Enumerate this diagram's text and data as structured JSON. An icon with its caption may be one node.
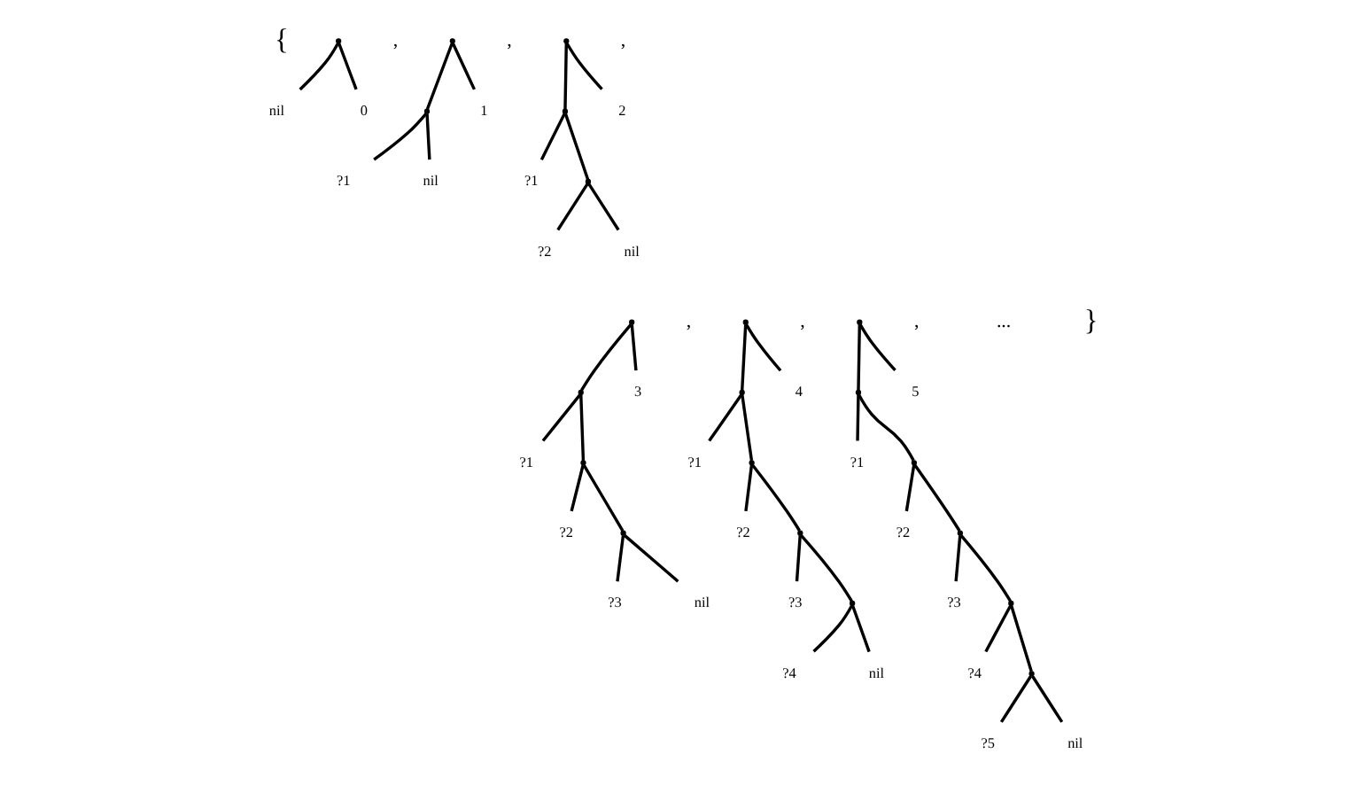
{
  "diagram": {
    "nodes": [
      {
        "text": [],
        "shape": "point"
      },
      {
        "text": [
          "nil"
        ]
      },
      {
        "text": [
          "0"
        ]
      },
      {
        "text": [],
        "shape": "point"
      },
      {
        "text": [],
        "shape": "point"
      },
      {
        "text": [
          "?1"
        ]
      },
      {
        "text": [
          "nil"
        ]
      },
      {
        "text": [
          "1"
        ]
      },
      {
        "text": [],
        "shape": "point"
      },
      {
        "text": [],
        "shape": "point"
      },
      {
        "text": [
          "?1"
        ]
      },
      {
        "text": [],
        "shape": "point"
      },
      {
        "text": [
          "?2"
        ]
      },
      {
        "text": [
          "nil"
        ]
      },
      {
        "text": [
          "2"
        ]
      },
      {
        "text": [],
        "shape": "point"
      },
      {
        "text": [],
        "shape": "point"
      },
      {
        "text": [
          "?1"
        ]
      },
      {
        "text": [],
        "shape": "point"
      },
      {
        "text": [
          "?2"
        ]
      },
      {
        "text": [],
        "shape": "point"
      },
      {
        "text": [
          "?3"
        ]
      },
      {
        "text": [
          "nil"
        ]
      },
      {
        "text": [
          "3"
        ]
      },
      {
        "text": [],
        "shape": "point"
      },
      {
        "text": [],
        "shape": "point"
      },
      {
        "text": [
          "?1"
        ]
      },
      {
        "text": [],
        "shape": "point"
      },
      {
        "text": [
          "?2"
        ]
      },
      {
        "text": [],
        "shape": "point"
      },
      {
        "text": [
          "?3"
        ]
      },
      {
        "text": [],
        "shape": "point"
      },
      {
        "text": [
          "?4"
        ]
      },
      {
        "text": [
          "nil"
        ]
      },
      {
        "text": [
          "4"
        ]
      },
      {
        "text": [],
        "shape": "point"
      },
      {
        "text": [],
        "shape": "point"
      },
      {
        "text": [
          "?1"
        ]
      },
      {
        "text": [],
        "shape": "point"
      },
      {
        "text": [
          "?2"
        ]
      },
      {
        "text": [],
        "shape": "point"
      },
      {
        "text": [
          "?3"
        ]
      },
      {
        "text": [],
        "shape": "point"
      },
      {
        "text": [
          "?4"
        ]
      },
      {
        "text": [],
        "shape": "point"
      },
      {
        "text": [
          "?5"
        ]
      },
      {
        "text": [
          "nil"
        ]
      },
      {
        "text": [
          "5"
        ]
      }
    ],
    "edges": [
      {
        "from": 0,
        "to": 1,
        "arrow": "none"
      },
      {
        "from": 0,
        "to": 2,
        "arrow": "none"
      },
      {
        "from": 3,
        "to": 4,
        "arrow": "none"
      },
      {
        "from": 4,
        "to": 5,
        "arrow": "none"
      },
      {
        "from": 4,
        "to": 6,
        "arrow": "none"
      },
      {
        "from": 3,
        "to": 7,
        "arrow": "none"
      },
      {
        "from": 8,
        "to": 9,
        "arrow": "none"
      },
      {
        "from": 9,
        "to": 10,
        "arrow": "none"
      },
      {
        "from": 9,
        "to": 11,
        "arrow": "none"
      },
      {
        "from": 11,
        "to": 12,
        "arrow": "none"
      },
      {
        "from": 11,
        "to": 13,
        "arrow": "none"
      },
      {
        "from": 8,
        "to": 14,
        "arrow": "none"
      },
      {
        "from": 15,
        "to": 16,
        "arrow": "none"
      },
      {
        "from": 16,
        "to": 17,
        "arrow": "none"
      },
      {
        "from": 16,
        "to": 18,
        "arrow": "none"
      },
      {
        "from": 18,
        "to": 19,
        "arrow": "none"
      },
      {
        "from": 18,
        "to": 20,
        "arrow": "none"
      },
      {
        "from": 20,
        "to": 21,
        "arrow": "none"
      },
      {
        "from": 20,
        "to": 22,
        "arrow": "none"
      },
      {
        "from": 15,
        "to": 23,
        "arrow": "none"
      },
      {
        "from": 24,
        "to": 25,
        "arrow": "none"
      },
      {
        "from": 25,
        "to": 26,
        "arrow": "none"
      },
      {
        "from": 25,
        "to": 27,
        "arrow": "none"
      },
      {
        "from": 27,
        "to": 28,
        "arrow": "none"
      },
      {
        "from": 27,
        "to": 29,
        "arrow": "none"
      },
      {
        "from": 29,
        "to": 30,
        "arrow": "none"
      },
      {
        "from": 29,
        "to": 31,
        "arrow": "none"
      },
      {
        "from": 31,
        "to": 32,
        "arrow": "none"
      },
      {
        "from": 31,
        "to": 33,
        "arrow": "none"
      },
      {
        "from": 24,
        "to": 34,
        "arrow": "none"
      },
      {
        "from": 35,
        "to": 36,
        "arrow": "none"
      },
      {
        "from": 36,
        "to": 37,
        "arrow": "none"
      },
      {
        "from": 36,
        "to": 38,
        "arrow": "none"
      },
      {
        "from": 38,
        "to": 39,
        "arrow": "none"
      },
      {
        "from": 38,
        "to": 40,
        "arrow": "none"
      },
      {
        "from": 40,
        "to": 41,
        "arrow": "none"
      },
      {
        "from": 40,
        "to": 42,
        "arrow": "none"
      },
      {
        "from": 42,
        "to": 43,
        "arrow": "none"
      },
      {
        "from": 42,
        "to": 44,
        "arrow": "none"
      },
      {
        "from": 44,
        "to": 45,
        "arrow": "none"
      },
      {
        "from": 44,
        "to": 46,
        "arrow": "none"
      },
      {
        "from": 35,
        "to": 47,
        "arrow": "none"
      }
    ],
    "labels": [
      "{",
      ",",
      ",",
      ",",
      ",",
      ",",
      ",",
      "...",
      "}"
    ]
  }
}
